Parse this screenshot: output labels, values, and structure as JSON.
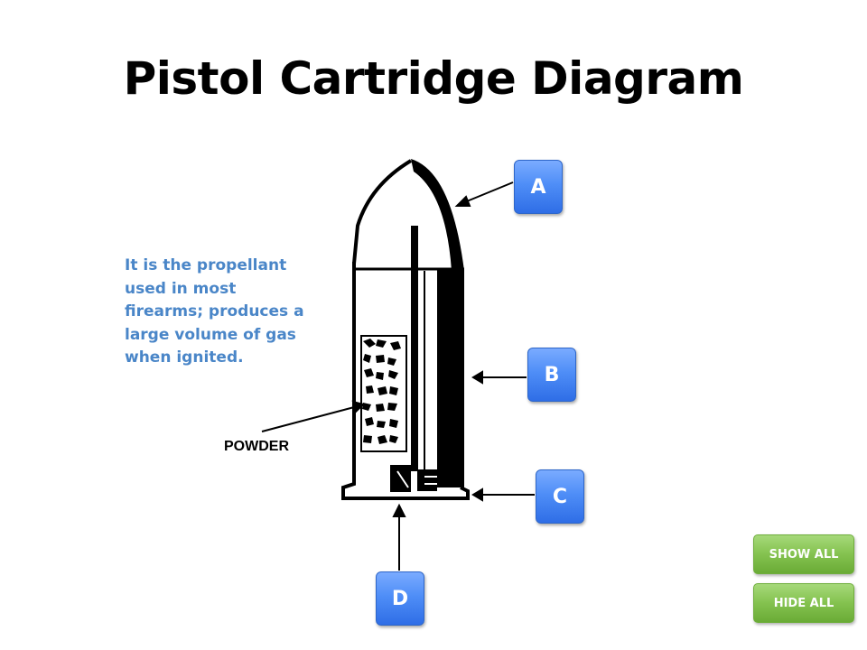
{
  "title": "Pistol Cartridge Diagram",
  "description": "It is the propellant used in most firearms; produces a large volume of gas when ignited.",
  "diagram_labels": {
    "powder": "POWDER"
  },
  "markers": {
    "a": "A",
    "b": "B",
    "c": "C",
    "d": "D"
  },
  "controls": {
    "show_all": "SHOW ALL",
    "hide_all": "HIDE ALL"
  },
  "colors": {
    "description_text": "#4a86c8",
    "marker_button": "#4f8ef7",
    "control_button": "#84c24f"
  }
}
